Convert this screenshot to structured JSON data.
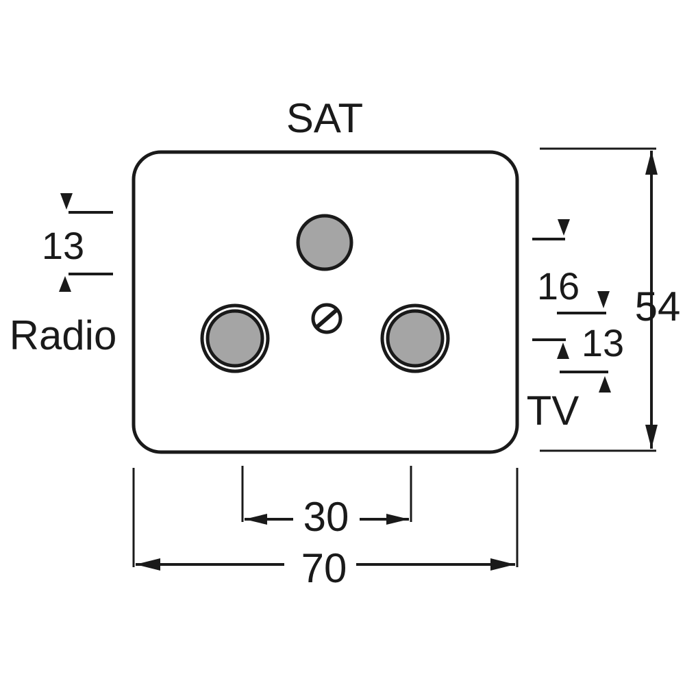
{
  "labels": {
    "sat": "SAT",
    "radio": "Radio",
    "tv": "TV"
  },
  "dimensions": {
    "width": "70",
    "height": "54",
    "socket_spacing": "30",
    "radio_socket": "13",
    "tv_offset": "16",
    "tv_socket": "13"
  },
  "colors": {
    "line": "#1a1a1a",
    "socket_fill": "#a5a5a5",
    "background": "#ffffff"
  }
}
